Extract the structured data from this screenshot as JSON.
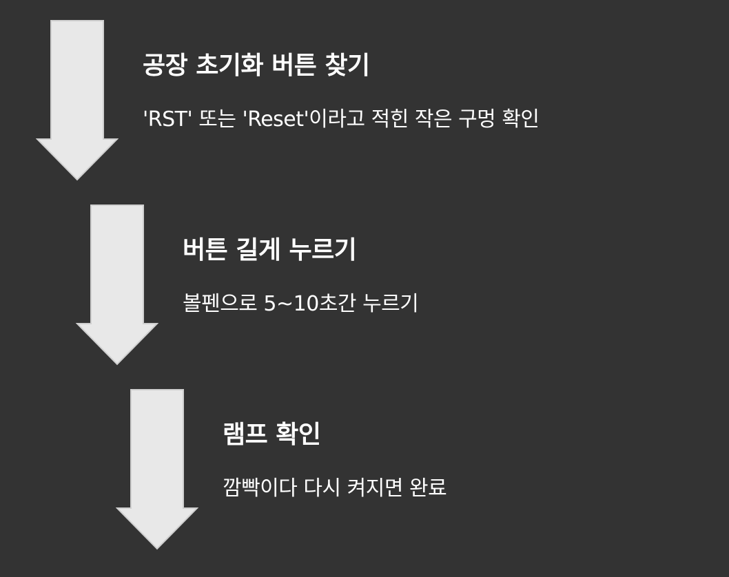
{
  "steps": [
    {
      "title": "공장 초기화 버튼 찾기",
      "description": "'RST' 또는 'Reset'이라고 적힌 작은 구멍 확인"
    },
    {
      "title": "버튼 길게 누르기",
      "description": "볼펜으로 5~10초간 누르기"
    },
    {
      "title": "램프 확인",
      "description": "깜빡이다 다시 켜지면 완료"
    }
  ],
  "colors": {
    "background": "#333333",
    "arrow_fill": "#e8e8e8",
    "arrow_stroke": "#cfcfcf",
    "text": "#ffffff"
  }
}
